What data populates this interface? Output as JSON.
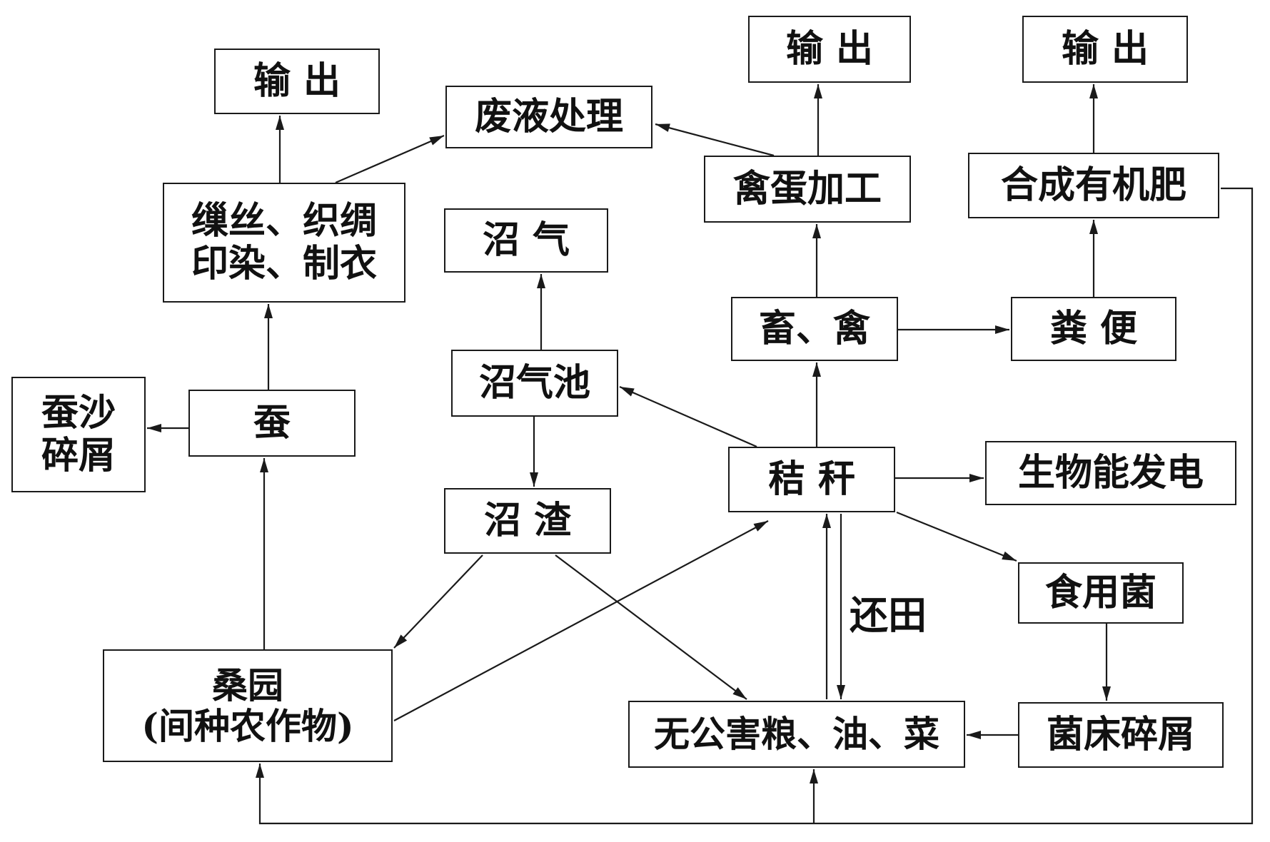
{
  "nodes": {
    "output_1": "输 出",
    "output_2": "输 出",
    "output_3": "输 出",
    "waste_treatment": "废液处理",
    "silk_processing": "缫丝、织绸\n印染、制衣",
    "egg_processing": "禽蛋加工",
    "organic_fertilizer": "合成有机肥",
    "biogas": "沼 气",
    "livestock": "畜、禽",
    "manure": "粪 便",
    "silkworm_waste": "蚕沙\n碎屑",
    "silkworm": "蚕",
    "biogas_digester": "沼气池",
    "straw": "秸 秆",
    "bio_power": "生物能发电",
    "biogas_residue": "沼 渣",
    "mushroom": "食用菌",
    "mulberry": "桑园\n(间种农作物)",
    "crops": "无公害粮、油、菜",
    "mushroom_bed": "菌床碎屑"
  },
  "labels": {
    "return_to_field": "还田"
  },
  "colors": {
    "line": "#1a1a1a",
    "text": "#111111",
    "background": "#ffffff"
  }
}
